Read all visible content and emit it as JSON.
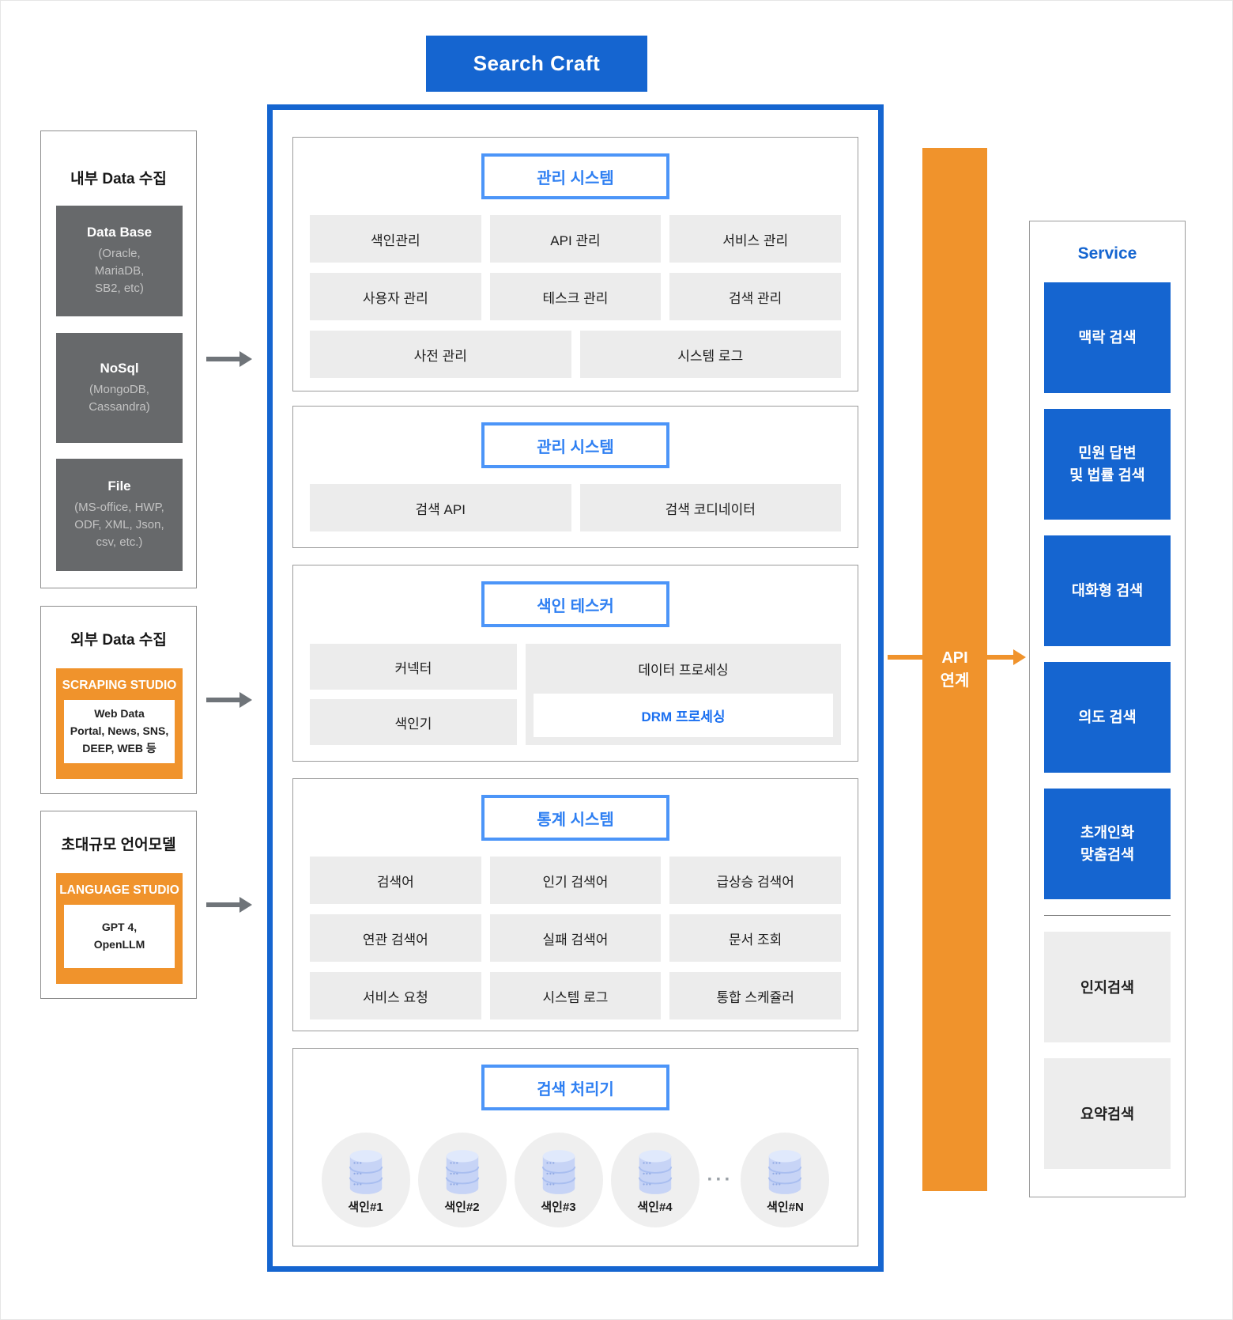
{
  "page_title": "Search Craft",
  "left_column": {
    "internal_data": {
      "title": "내부 Data 수집",
      "items": [
        {
          "name": "Data Base",
          "detail": "(Oracle,\nMariaDB,\nSB2, etc)"
        },
        {
          "name": "NoSql",
          "detail": "(MongoDB,\nCassandra)"
        },
        {
          "name": "File",
          "detail": "(MS-office, HWP,\nODF, XML, Json,\ncsv, etc.)"
        }
      ]
    },
    "external_data": {
      "title": "외부 Data 수집",
      "studio_label": "SCRAPING STUDIO",
      "detail": "Web Data\nPortal, News, SNS,\nDEEP, WEB 등"
    },
    "llm": {
      "title": "초대규모 언어모델",
      "studio_label": "LANGUAGE STUDIO",
      "detail": "GPT 4,\nOpenLLM"
    }
  },
  "search_craft": {
    "management_system_1": {
      "header": "관리 시스템",
      "buttons": [
        "색인관리",
        "API 관리",
        "서비스 관리",
        "사용자 관리",
        "테스크 관리",
        "검색 관리"
      ],
      "wide_buttons": [
        "사전 관리",
        "시스템 로그"
      ]
    },
    "management_system_2": {
      "header": "관리 시스템",
      "buttons": [
        "검색 API",
        "검색 코디네이터"
      ]
    },
    "index_tasker": {
      "header": "색인 테스커",
      "left_buttons": [
        "커넥터",
        "색인기"
      ],
      "data_processing_label": "데이터 프로세싱",
      "drm_label": "DRM 프로세싱"
    },
    "statistics_system": {
      "header": "통계 시스템",
      "buttons": [
        "검색어",
        "인기 검색어",
        "급상승 검색어",
        "연관 검색어",
        "실패 검색어",
        "문서 조회",
        "서비스 요청",
        "시스템 로그",
        "통합 스케쥴러"
      ]
    },
    "search_processor": {
      "header": "검색 처리기",
      "indexes": [
        "색인#1",
        "색인#2",
        "색인#3",
        "색인#4",
        "색인#N"
      ],
      "ellipsis": "···"
    }
  },
  "api_link": {
    "line1": "API",
    "line2": "연계"
  },
  "service": {
    "title": "Service",
    "blue_items": [
      "맥락 검색",
      "민원 답변\n및 법률 검색",
      "대화형 검색",
      "의도 검색",
      "초개인화\n맞춤검색"
    ],
    "gray_items": [
      "인지검색",
      "요약검색"
    ]
  },
  "colors": {
    "primary_blue": "#1565D0",
    "header_border_blue": "#4C95F8",
    "header_text_blue": "#2E7FF2",
    "orange": "#F0932C",
    "dark_gray_box": "#67696B",
    "button_gray": "#ECECEC"
  }
}
